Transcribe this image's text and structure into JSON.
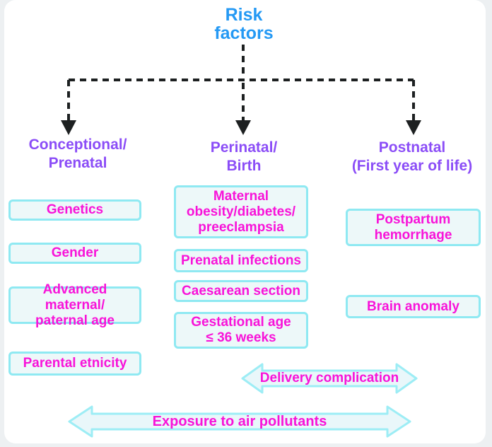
{
  "title": "Risk\nfactors",
  "branches": {
    "left": {
      "heading": "Conceptional/\nPrenatal",
      "boxes": [
        {
          "label": "Genetics"
        },
        {
          "label": "Gender"
        },
        {
          "label": "Advanced maternal/\npaternal age"
        },
        {
          "label": "Parental etnicity"
        }
      ]
    },
    "middle": {
      "heading": "Perinatal/\nBirth",
      "boxes": [
        {
          "label": "Maternal\nobesity/diabetes/\npreeclampsia"
        },
        {
          "label": "Prenatal infections"
        },
        {
          "label": "Caesarean section"
        },
        {
          "label": "Gestational age\n≤ 36 weeks"
        }
      ]
    },
    "right": {
      "heading": "Postnatal\n(First year of life)",
      "boxes": [
        {
          "label": "Postpartum\nhemorrhage"
        },
        {
          "label": "Brain anomaly"
        }
      ]
    }
  },
  "banners": [
    {
      "label": "Delivery complication"
    },
    {
      "label": "Exposure to air pollutants"
    }
  ],
  "colors": {
    "title_color": "#2499F4",
    "heading_color": "#8B4DF7",
    "box_text": "#F813D9",
    "box_fill": "#EDF8F9",
    "box_border": "#8FE9F2",
    "banner_fill": "#E9F7FA",
    "banner_border": "#9DEDF5",
    "connector": "#1D2021"
  }
}
